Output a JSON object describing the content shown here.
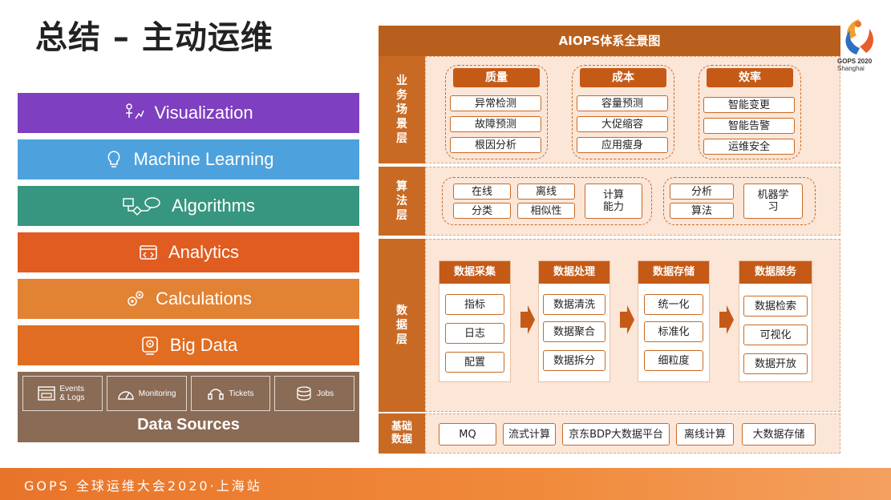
{
  "title": "总结 – 主动运维",
  "stack": {
    "layers": [
      {
        "label": "Visualization",
        "color": "#7e3fc0"
      },
      {
        "label": "Machine Learning",
        "color": "#4da2de"
      },
      {
        "label": "Algorithms",
        "color": "#36967f"
      },
      {
        "label": "Analytics",
        "color": "#e05c20"
      },
      {
        "label": "Calculations",
        "color": "#e28233"
      },
      {
        "label": "Big Data",
        "color": "#e06d21"
      }
    ],
    "data_sources": {
      "items": [
        "Events & Logs",
        "Monitoring",
        "Tickets",
        "Jobs"
      ],
      "title": "Data Sources"
    }
  },
  "panel": {
    "title": "AIOPS体系全景图",
    "business": {
      "label": "业务场景层",
      "groups": [
        {
          "head": "质量",
          "items": [
            "异常检测",
            "故障预测",
            "根因分析"
          ]
        },
        {
          "head": "成本",
          "items": [
            "容量预测",
            "大促缩容",
            "应用瘦身"
          ]
        },
        {
          "head": "效率",
          "items": [
            "智能变更",
            "智能告警",
            "运维安全"
          ]
        }
      ]
    },
    "algorithm": {
      "label": "算法层",
      "g1": {
        "a": "在线",
        "b": "离线",
        "c": "分类",
        "d": "相似性",
        "e": "计算能力"
      },
      "g2": {
        "a": "分析",
        "b": "算法",
        "c": "机器学习"
      }
    },
    "data": {
      "label": "数据层",
      "columns": [
        {
          "head": "数据采集",
          "items": [
            "指标",
            "日志",
            "配置"
          ]
        },
        {
          "head": "数据处理",
          "items": [
            "数据清洗",
            "数据聚合",
            "数据拆分"
          ]
        },
        {
          "head": "数据存储",
          "items": [
            "统一化",
            "标准化",
            "细粒度"
          ]
        },
        {
          "head": "数据服务",
          "items": [
            "数据检索",
            "可视化",
            "数据开放"
          ]
        }
      ]
    },
    "base": {
      "label": "基础数据",
      "items": [
        "MQ",
        "流式计算",
        "京东BDP大数据平台",
        "离线计算",
        "大数据存储"
      ]
    }
  },
  "footer": "GOPS 全球运维大会2020·上海站",
  "logo": {
    "line1": "GOPS 2020",
    "line2": "Shanghai"
  },
  "colors": {
    "accent": "#c55a17",
    "section_bg": "#fbe6d8",
    "footer": "#ee7f32"
  }
}
